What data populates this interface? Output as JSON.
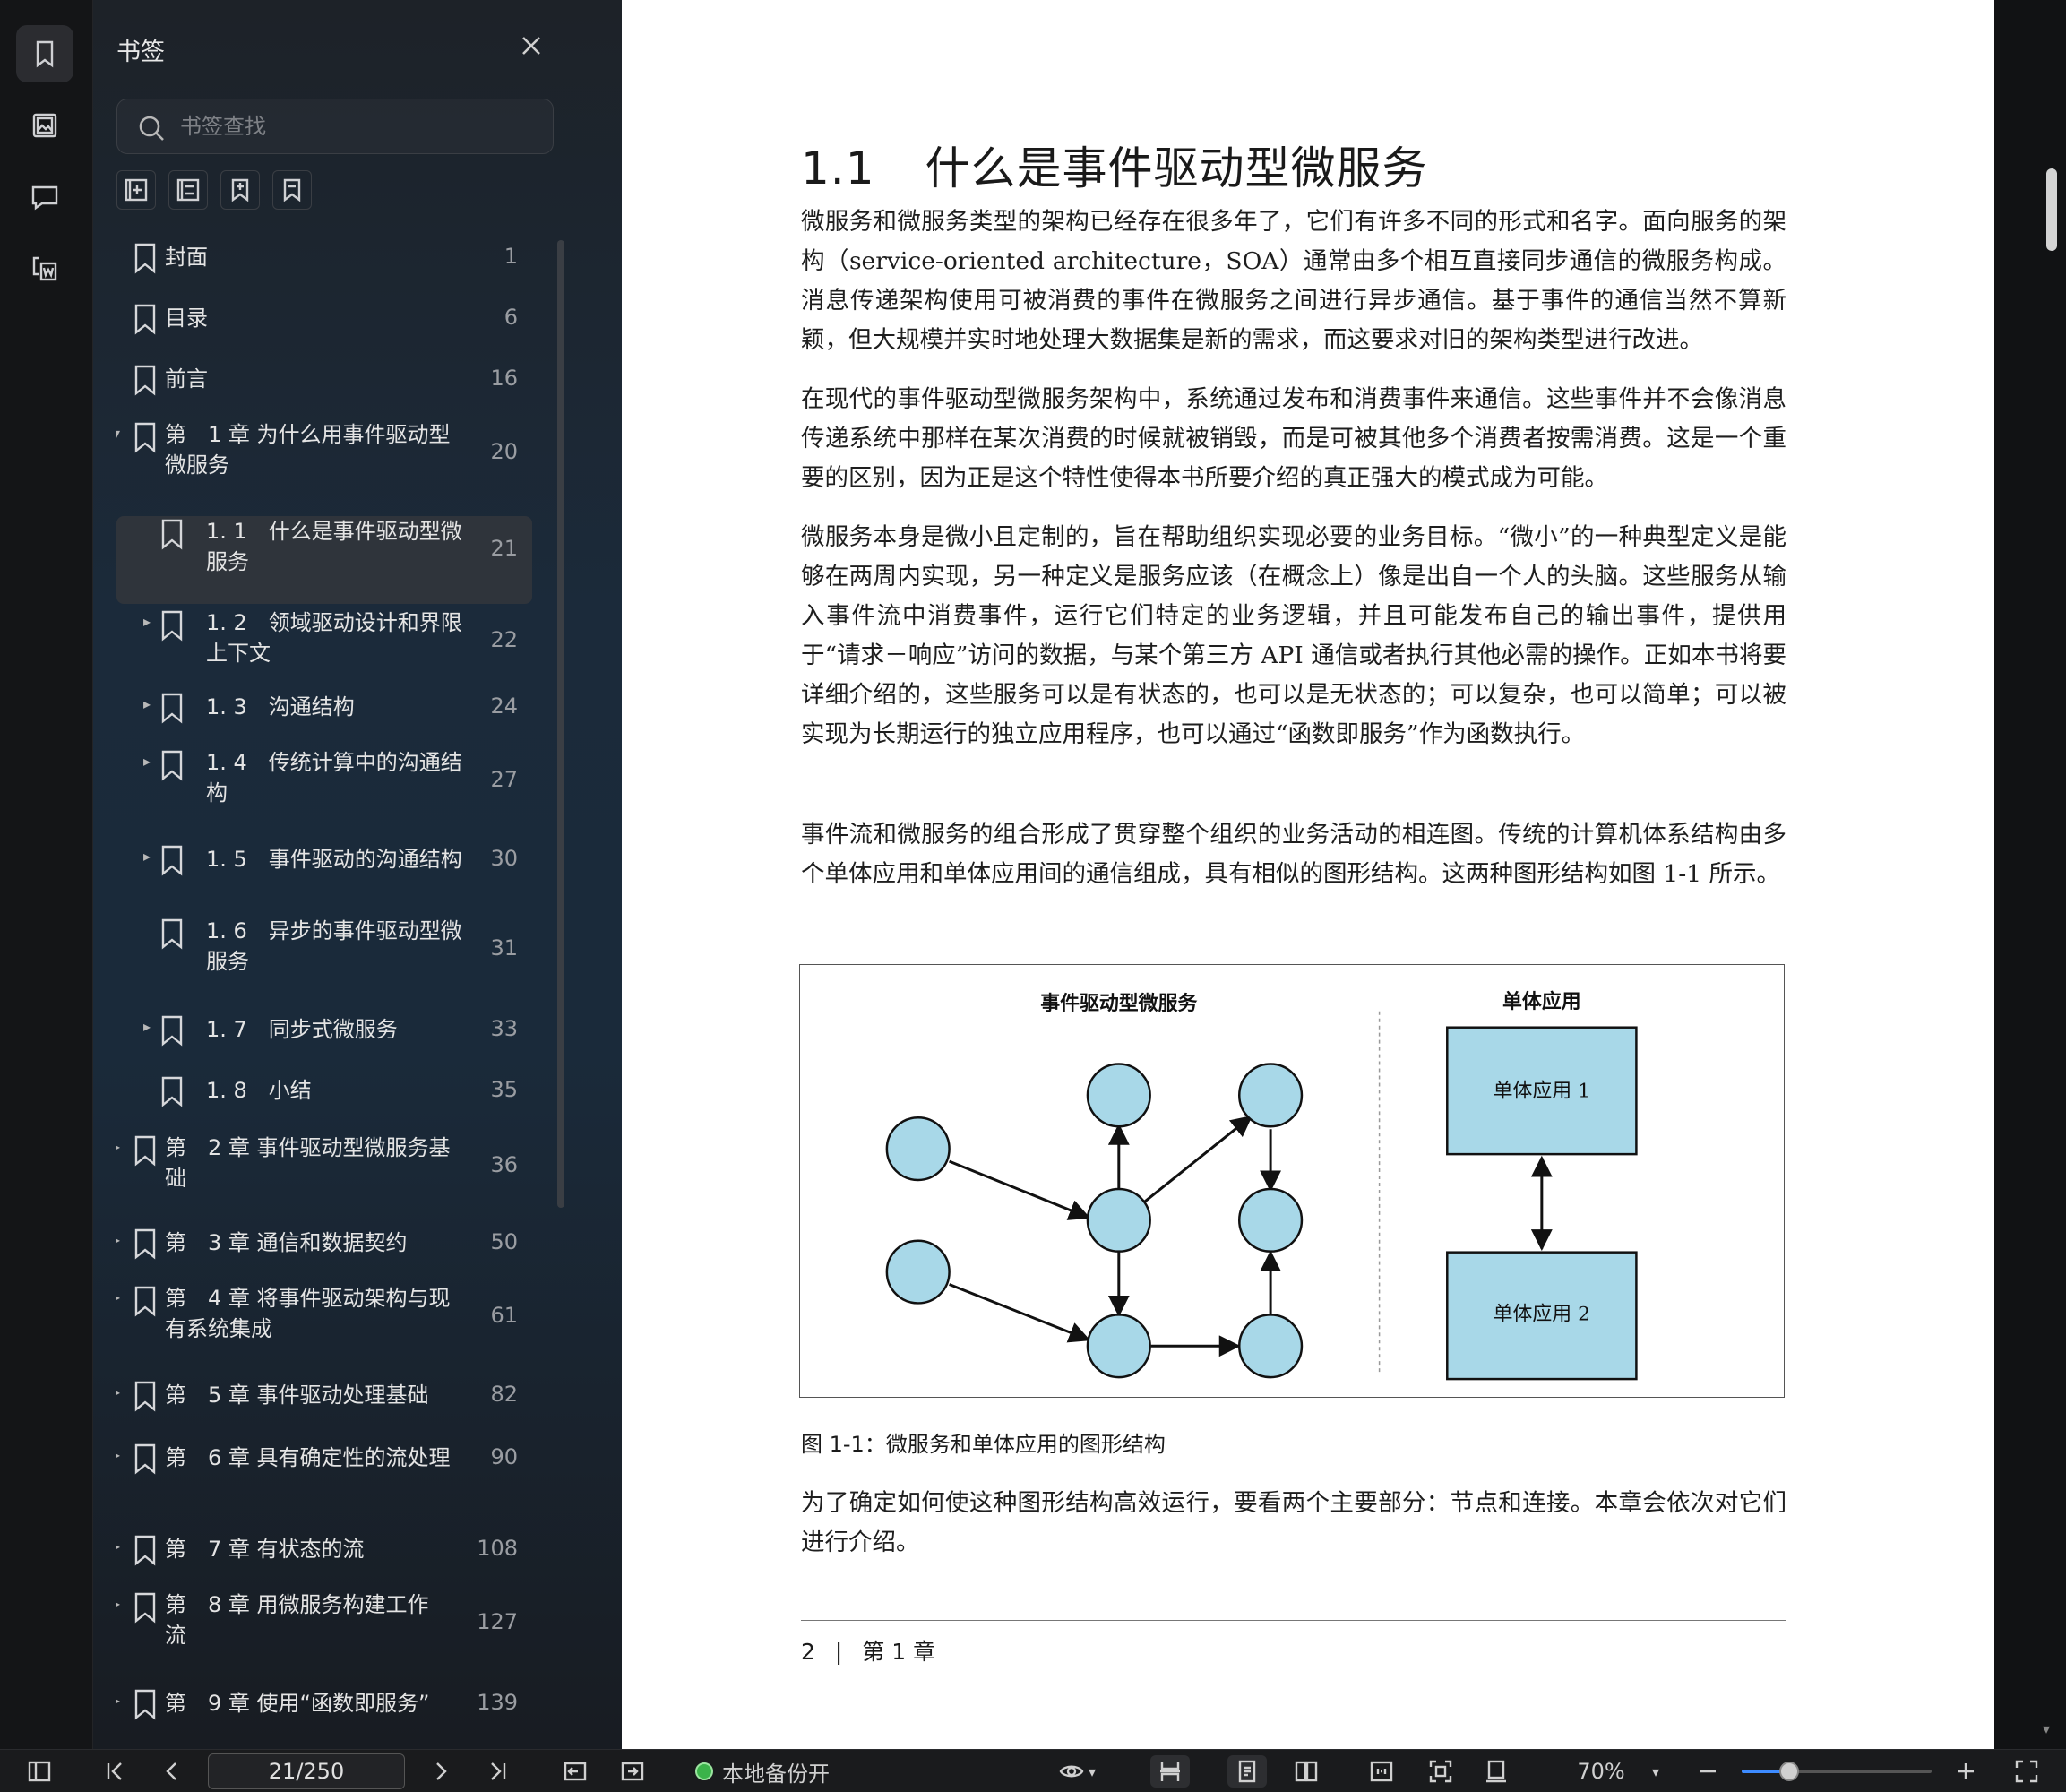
{
  "sidebar": {
    "title": "书签",
    "search_placeholder": "书签查找",
    "items": [
      {
        "label": "封面",
        "page": "1",
        "level": 0,
        "arrow": ""
      },
      {
        "label": "目录",
        "page": "6",
        "level": 0,
        "arrow": ""
      },
      {
        "label": "前言",
        "page": "16",
        "level": 0,
        "arrow": ""
      },
      {
        "label": "第　1 章 为什么用事件驱动型\n微服务",
        "page": "20",
        "level": 0,
        "arrow": "▾"
      },
      {
        "label": "1. 1　什么是事件驱动型微\n服务",
        "page": "21",
        "level": 1,
        "arrow": "",
        "selected": true
      },
      {
        "label": "1. 2　领域驱动设计和界限\n上下文",
        "page": "22",
        "level": 1,
        "arrow": "▸"
      },
      {
        "label": "1. 3　沟通结构",
        "page": "24",
        "level": 1,
        "arrow": "▸"
      },
      {
        "label": "1. 4　传统计算中的沟通结\n构",
        "page": "27",
        "level": 1,
        "arrow": "▸"
      },
      {
        "label": "1. 5　事件驱动的沟通结构",
        "page": "30",
        "level": 1,
        "arrow": "▸"
      },
      {
        "label": "1. 6　异步的事件驱动型微\n服务",
        "page": "31",
        "level": 1,
        "arrow": ""
      },
      {
        "label": "1. 7　同步式微服务",
        "page": "33",
        "level": 1,
        "arrow": "▸"
      },
      {
        "label": "1. 8　小结",
        "page": "35",
        "level": 1,
        "arrow": ""
      },
      {
        "label": "第　2 章 事件驱动型微服务基\n础",
        "page": "36",
        "level": 0,
        "arrow": "▸"
      },
      {
        "label": "第　3 章 通信和数据契约",
        "page": "50",
        "level": 0,
        "arrow": "▸"
      },
      {
        "label": "第　4 章 将事件驱动架构与现\n有系统集成",
        "page": "61",
        "level": 0,
        "arrow": "▸"
      },
      {
        "label": "第　5 章 事件驱动处理基础",
        "page": "82",
        "level": 0,
        "arrow": "▸"
      },
      {
        "label": "第　6 章 具有确定性的流处理",
        "page": "90",
        "level": 0,
        "arrow": "▸"
      },
      {
        "label": "第　7 章 有状态的流",
        "page": "108",
        "level": 0,
        "arrow": "▸"
      },
      {
        "label": "第　8 章 用微服务构建工作\n流",
        "page": "127",
        "level": 0,
        "arrow": "▸"
      },
      {
        "label": "第　9 章 使用“函数即服务”",
        "page": "139",
        "level": 0,
        "arrow": "▸"
      }
    ]
  },
  "document": {
    "heading_num": "1.1",
    "heading_text": "什么是事件驱动型微服务",
    "paragraphs": [
      "微服务和微服务类型的架构已经存在很多年了，它们有许多不同的形式和名字。面向服务的架构（service-oriented architecture，SOA）通常由多个相互直接同步通信的微服务构成。消息传递架构使用可被消费的事件在微服务之间进行异步通信。基于事件的通信当然不算新颖，但大规模并实时地处理大数据集是新的需求，而这要求对旧的架构类型进行改进。",
      "在现代的事件驱动型微服务架构中，系统通过发布和消费事件来通信。这些事件并不会像消息传递系统中那样在某次消费的时候就被销毁，而是可被其他多个消费者按需消费。这是一个重要的区别，因为正是这个特性使得本书所要介绍的真正强大的模式成为可能。",
      "微服务本身是微小且定制的，旨在帮助组织实现必要的业务目标。“微小”的一种典型定义是能够在两周内实现，另一种定义是服务应该（在概念上）像是出自一个人的头脑。这些服务从输入事件流中消费事件，运行它们特定的业务逻辑，并且可能发布自己的输出事件，提供用于“请求－响应”访问的数据，与某个第三方 API 通信或者执行其他必需的操作。正如本书将要详细介绍的，这些服务可以是有状态的，也可以是无状态的；可以复杂，也可以简单；可以被实现为长期运行的独立应用程序，也可以通过“函数即服务”作为函数执行。",
      "事件流和微服务的组合形成了贯穿整个组织的业务活动的相连图。传统的计算机体系结构由多个单体应用和单体应用间的通信组成，具有相似的图形结构。这两种图形结构如图 1-1 所示。",
      "为了确定如何使这种图形结构高效运行，要看两个主要部分：节点和连接。本章会依次对它们进行介绍。"
    ],
    "figure": {
      "left_title": "事件驱动型微服务",
      "right_title": "单体应用",
      "box1": "单体应用 1",
      "box2": "单体应用 2",
      "node_color": "#a8d8e8",
      "box_color": "#a8d8e8"
    },
    "caption": "图 1-1：微服务和单体应用的图形结构",
    "footer_page": "2",
    "footer_chapter": "第 1 章"
  },
  "toolbar": {
    "page_value": "21/250",
    "backup_label": "本地备份开",
    "zoom": "70%",
    "zoom_percent": 70,
    "accent": "#3d8bff"
  }
}
